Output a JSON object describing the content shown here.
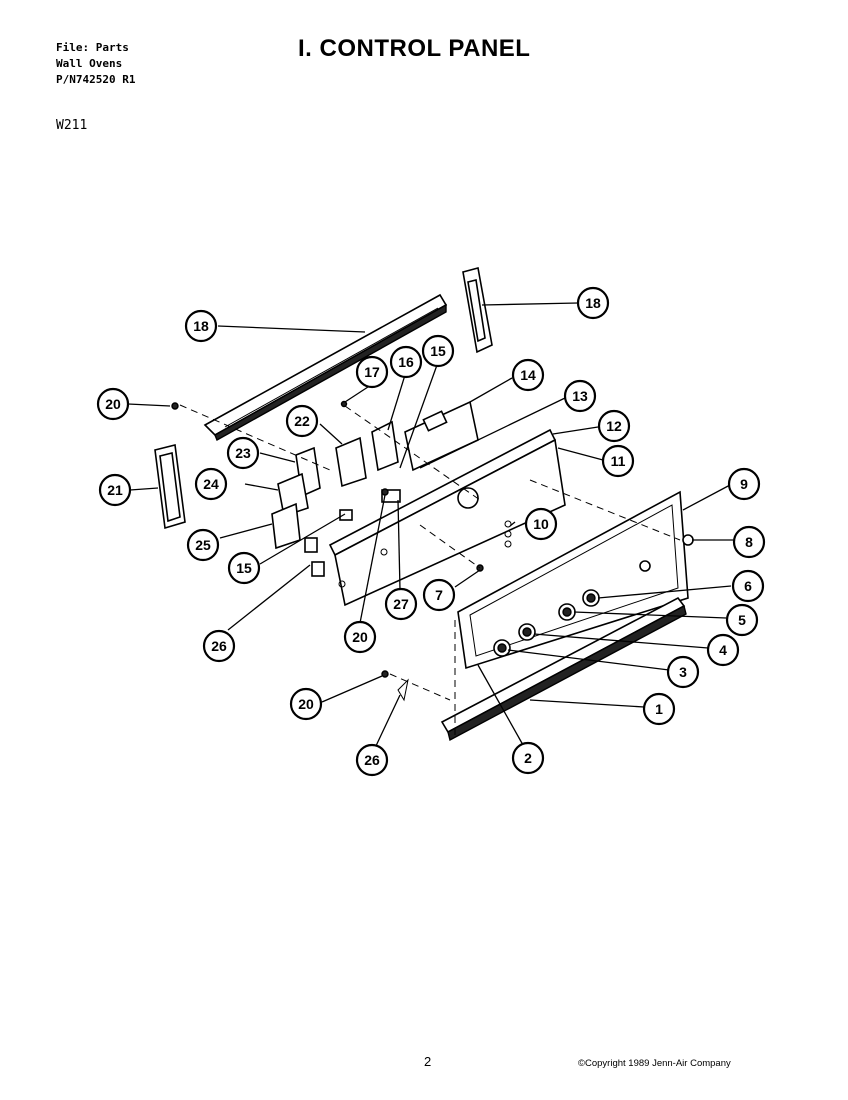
{
  "header": {
    "file_line": "File: Parts",
    "category_line": "Wall Ovens",
    "part_number_line": "P/N742520 R1",
    "title": "I. CONTROL PANEL",
    "model_code": "W211"
  },
  "callouts": [
    "1",
    "2",
    "3",
    "4",
    "5",
    "6",
    "7",
    "8",
    "9",
    "10",
    "11",
    "12",
    "13",
    "14",
    "15",
    "15",
    "16",
    "17",
    "18",
    "18",
    "20",
    "20",
    "20",
    "21",
    "22",
    "23",
    "24",
    "25",
    "26",
    "26",
    "27"
  ],
  "footer": {
    "page_number": "2",
    "copyright": "©Copyright 1989 Jenn-Air Company"
  }
}
